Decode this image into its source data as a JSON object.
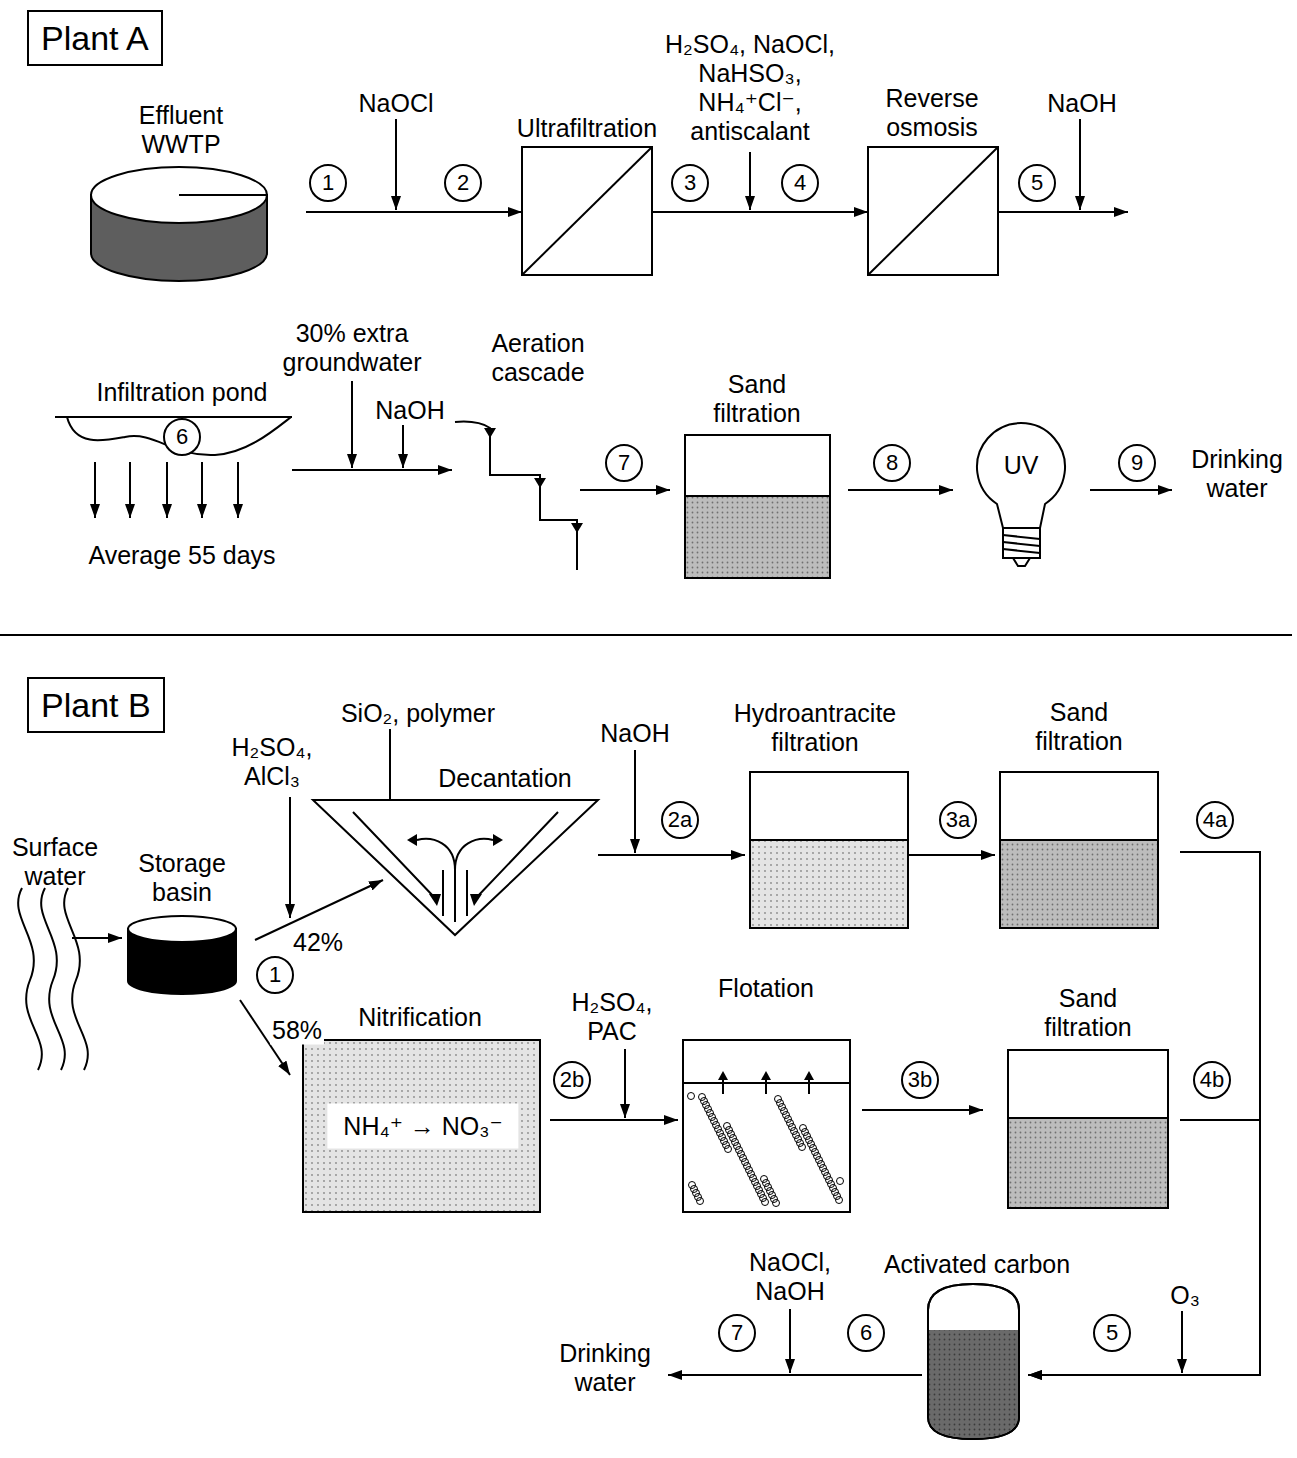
{
  "diagram": {
    "nodes": [
      {
        "text": [
          "Plant A"
        ]
      },
      {
        "text": [
          "Effluent WWTP"
        ]
      },
      {
        "text": [
          "Ultrafiltration"
        ]
      },
      {
        "text": [
          "Reverse osmosis"
        ]
      },
      {
        "text": [
          "Infiltration pond"
        ]
      },
      {
        "text": [
          "Aeration cascade"
        ]
      },
      {
        "text": [
          "Sand filtration"
        ]
      },
      {
        "text": [
          "UV"
        ]
      },
      {
        "text": [
          "Plant B"
        ]
      },
      {
        "text": [
          "Storage basin"
        ]
      },
      {
        "text": [
          "Decantation"
        ]
      },
      {
        "text": [
          "Hydroantracite filtration"
        ]
      },
      {
        "text": [
          "Sand filtration"
        ]
      },
      {
        "text": [
          "Nitrification",
          "NH₄⁺ → NO₃⁻"
        ]
      },
      {
        "text": [
          "Flotation"
        ]
      },
      {
        "text": [
          "Sand filtration"
        ]
      },
      {
        "text": [
          "Activated carbon"
        ]
      }
    ],
    "edges": [
      {
        "from": 1,
        "to": 2,
        "arrow": "to"
      },
      {
        "from": 2,
        "to": 3,
        "arrow": "to"
      },
      {
        "from": 4,
        "to": 5,
        "arrow": "to"
      },
      {
        "from": 5,
        "to": 6,
        "arrow": "to"
      },
      {
        "from": 6,
        "to": 7,
        "arrow": "to"
      },
      {
        "from": 9,
        "to": 10,
        "label": "42%",
        "arrow": "to"
      },
      {
        "from": 9,
        "to": 13,
        "label": "58%",
        "arrow": "to"
      },
      {
        "from": 10,
        "to": 11,
        "arrow": "to"
      },
      {
        "from": 11,
        "to": 12,
        "arrow": "to"
      },
      {
        "from": 12,
        "to": 16,
        "arrow": "to"
      },
      {
        "from": 13,
        "to": 14,
        "arrow": "to"
      },
      {
        "from": 14,
        "to": 15,
        "arrow": "to"
      },
      {
        "from": 15,
        "to": 16,
        "arrow": "to"
      }
    ],
    "labels": [
      "NaOCl",
      "1",
      "2",
      "H₂SO₄, NaOCl, NaHSO₃, NH₄⁺Cl⁻, antiscalant",
      "3",
      "4",
      "NaOH",
      "5",
      "6",
      "Average 55 days",
      "30% extra groundwater",
      "NaOH",
      "7",
      "8",
      "9",
      "Drinking water",
      "Surface water",
      "H₂SO₄, AlCl₃",
      "SiO₂, polymer",
      "NaOH",
      "1",
      "2a",
      "3a",
      "4a",
      "H₂SO₄, PAC",
      "2b",
      "3b",
      "4b",
      "O₃",
      "5",
      "NaOCl, NaOH",
      "6",
      "7",
      "Drinking water"
    ]
  }
}
